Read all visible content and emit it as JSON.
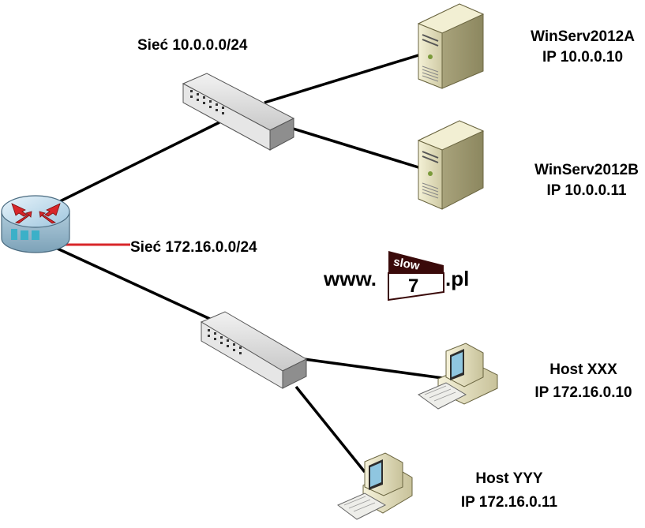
{
  "networks": [
    {
      "label": "Sieć 10.0.0.0/24"
    },
    {
      "label": "Sieć 172.16.0.0/24"
    }
  ],
  "devices": {
    "server_a": {
      "name": "WinServ2012A",
      "ip": "IP 10.0.0.10"
    },
    "server_b": {
      "name": "WinServ2012B",
      "ip": "IP 10.0.0.11"
    },
    "host_xxx": {
      "name": "Host XXX",
      "ip": "IP 172.16.0.10"
    },
    "host_yyy": {
      "name": "Host YYY",
      "ip": "IP 172.16.0.11"
    }
  },
  "logo": {
    "prefix": "www.",
    "slow": "slow",
    "seven": "7",
    "suffix": ".pl"
  },
  "colors": {
    "link": "#000000",
    "logo_dark": "#3a0a0a",
    "router_arrow": "#d8262a"
  }
}
